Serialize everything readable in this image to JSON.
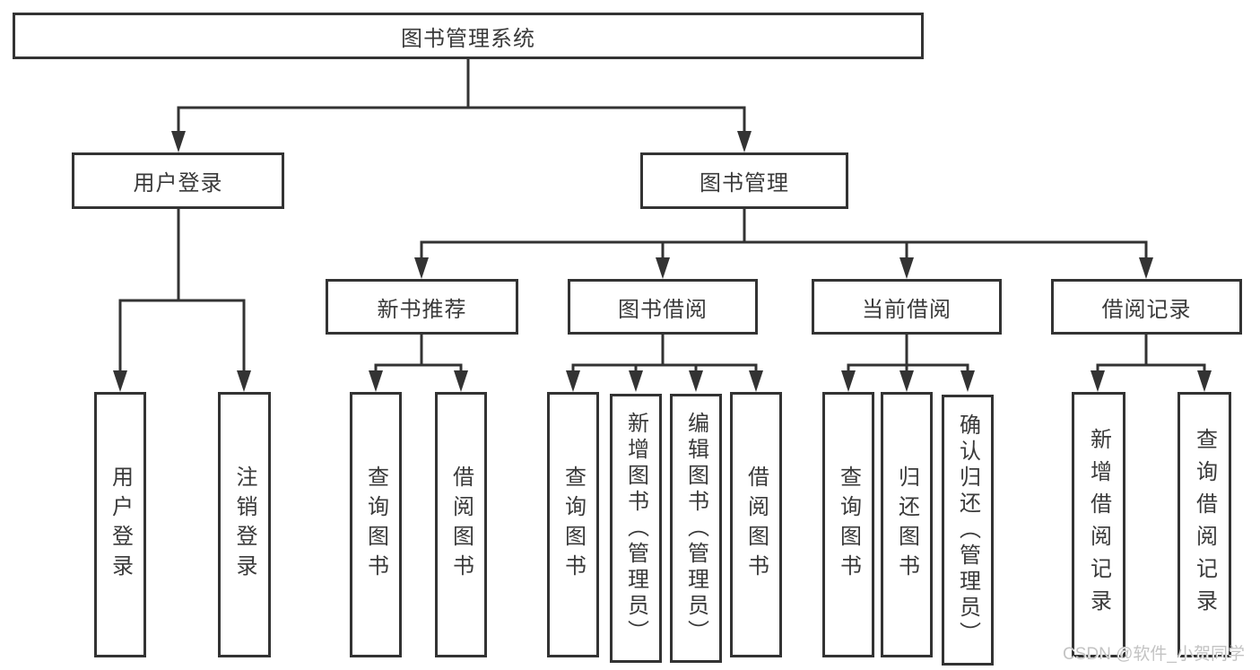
{
  "diagram": {
    "title": "图书管理系统",
    "root": {
      "label": "图书管理系统"
    },
    "level2": [
      {
        "id": "user-login",
        "label": "用户登录"
      },
      {
        "id": "book-management",
        "label": "图书管理"
      }
    ],
    "level3": [
      {
        "id": "new-book-recommend",
        "label": "新书推荐",
        "parent": "book-management"
      },
      {
        "id": "book-borrowing",
        "label": "图书借阅",
        "parent": "book-management"
      },
      {
        "id": "current-borrowing",
        "label": "当前借阅",
        "parent": "book-management"
      },
      {
        "id": "borrowing-records",
        "label": "借阅记录",
        "parent": "book-management"
      }
    ],
    "leaves": [
      {
        "group": "user-login",
        "label": "用户登录"
      },
      {
        "group": "user-login",
        "label": "注销登录"
      },
      {
        "group": "new-book-recommend",
        "label": "查询图书"
      },
      {
        "group": "new-book-recommend",
        "label": "借阅图书"
      },
      {
        "group": "book-borrowing",
        "label": "查询图书"
      },
      {
        "group": "book-borrowing",
        "label": "新增图书（管理员）"
      },
      {
        "group": "book-borrowing",
        "label": "编辑图书（管理员）"
      },
      {
        "group": "book-borrowing",
        "label": "借阅图书"
      },
      {
        "group": "current-borrowing",
        "label": "查询图书"
      },
      {
        "group": "current-borrowing",
        "label": "归还图书"
      },
      {
        "group": "current-borrowing",
        "label": "确认归还（管理员）"
      },
      {
        "group": "borrowing-records",
        "label": "新增借阅记录"
      },
      {
        "group": "borrowing-records",
        "label": "查询借阅记录"
      }
    ]
  },
  "watermark": {
    "text": "CSDN @软件_小贺同学"
  },
  "colors": {
    "line": "#333333",
    "border": "#333333",
    "text": "#3a3a3a",
    "watermark": "#c3c3c3",
    "background": "#ffffff"
  }
}
